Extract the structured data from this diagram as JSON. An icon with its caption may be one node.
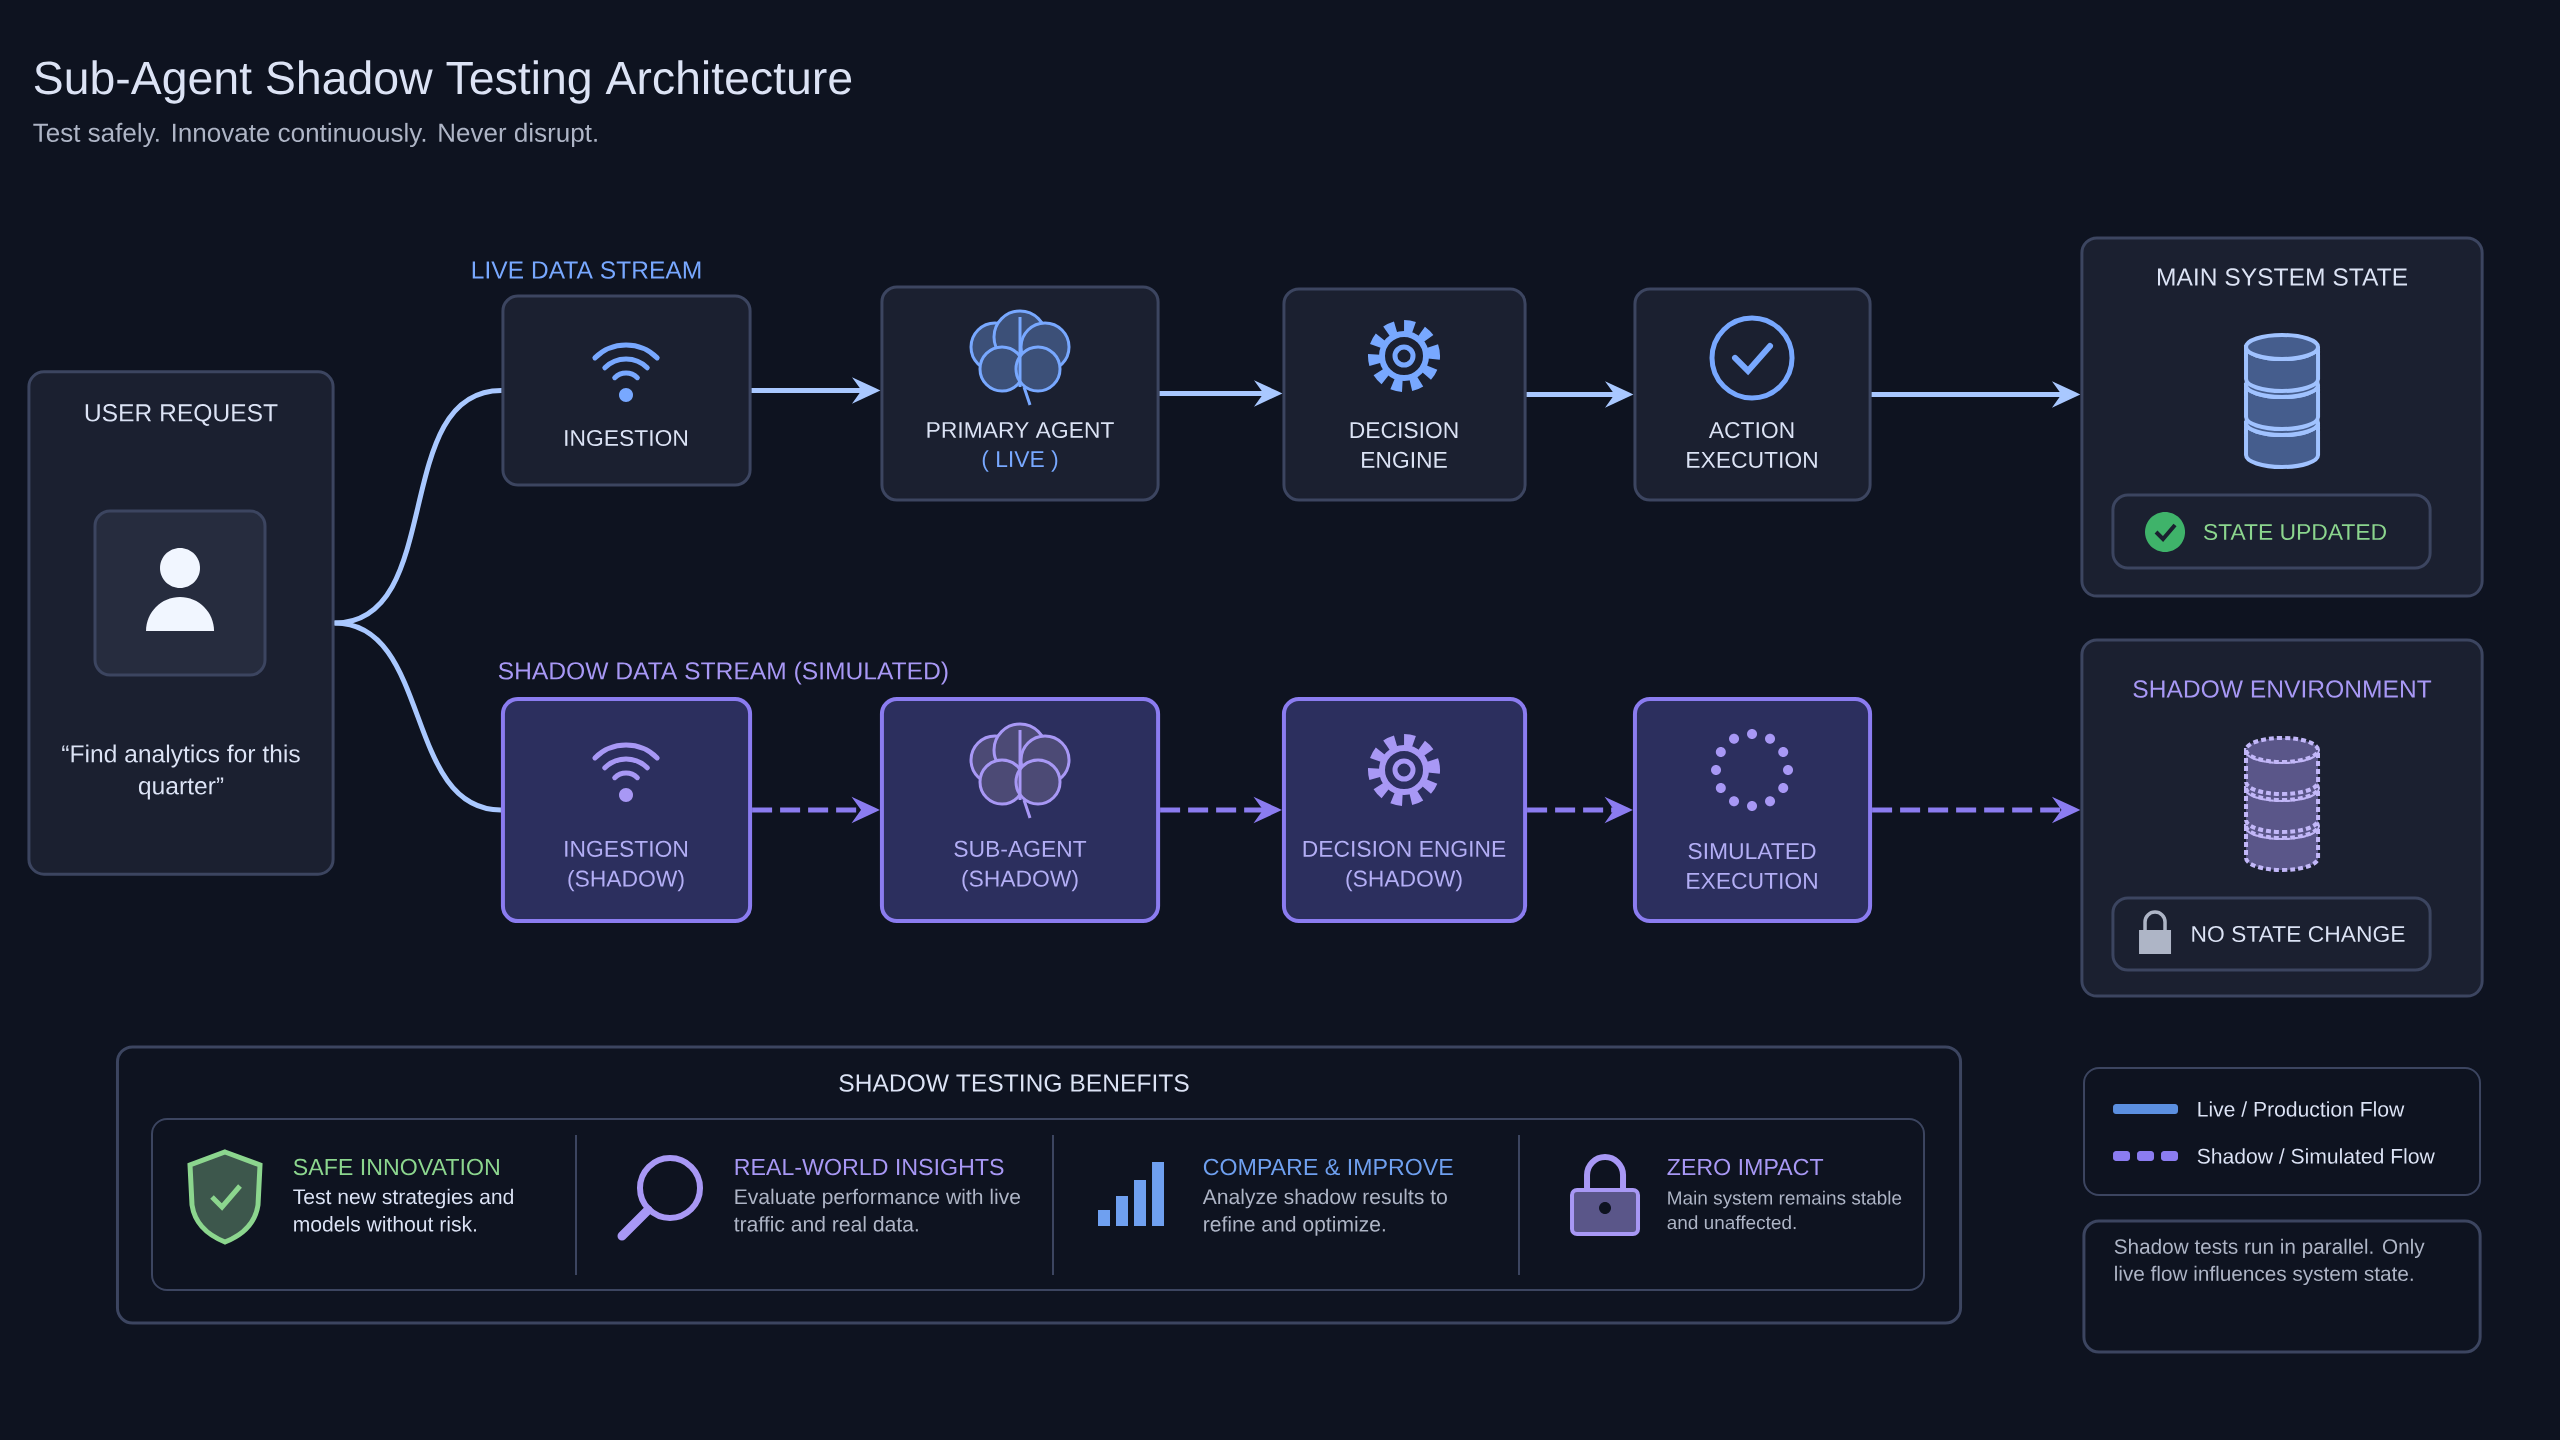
{
  "diagram": {
    "title": "Sub-Agent Shadow Testing Architecture",
    "nodes": [
      {
        "text": [
          "USER REQUEST",
          "“Find analytics for this quarter”"
        ]
      },
      {
        "text": [
          "INGESTION"
        ]
      },
      {
        "text": [
          "PRIMARY AGENT",
          "( LIVE )"
        ]
      },
      {
        "text": [
          "DECISION ENGINE"
        ]
      },
      {
        "text": [
          "ACTION EXECUTION"
        ]
      },
      {
        "text": [
          "MAIN SYSTEM STATE"
        ]
      },
      {
        "text": [
          "STATE UPDATED"
        ],
        "in": 5
      },
      {
        "text": [
          "INGESTION (SHADOW)"
        ]
      },
      {
        "text": [
          "SUB-AGENT (SHADOW)"
        ]
      },
      {
        "text": [
          "DECISION ENGINE (SHADOW)"
        ]
      },
      {
        "text": [
          "SIMULATED EXECUTION"
        ]
      },
      {
        "text": [
          "SHADOW ENVIRONMENT"
        ]
      },
      {
        "text": [
          "NO STATE CHANGE"
        ],
        "in": 11
      },
      {
        "text": [
          "SHADOW TESTING BENEFITS"
        ]
      },
      {
        "text": [
          "Shadow tests run in parallel. Only live flow influences system state."
        ]
      }
    ],
    "edges": [
      {
        "from": 0,
        "to": 1,
        "arrow": "none"
      },
      {
        "from": 0,
        "to": 7,
        "arrow": "none"
      },
      {
        "from": 1,
        "to": 2,
        "arrow": "to"
      },
      {
        "from": 2,
        "to": 3,
        "arrow": "to"
      },
      {
        "from": 3,
        "to": 4,
        "arrow": "to"
      },
      {
        "from": 4,
        "to": 5,
        "arrow": "to"
      },
      {
        "from": 7,
        "to": 8,
        "arrow": "to",
        "style": "dashed",
        "color": "#8b7cf0"
      },
      {
        "from": 8,
        "to": 9,
        "arrow": "to",
        "style": "dashed",
        "color": "#8b7cf0"
      },
      {
        "from": 9,
        "to": 10,
        "arrow": "to",
        "style": "dashed",
        "color": "#8b7cf0"
      },
      {
        "from": 10,
        "to": 11,
        "arrow": "to",
        "style": "dashed",
        "color": "#8b7cf0"
      }
    ],
    "labels": [
      "Test safely. Innovate continuously. Never disrupt.",
      "LIVE DATA STREAM",
      "SHADOW DATA STREAM (SIMULATED)",
      "SAFE INNOVATION",
      "Test new strategies and models without risk.",
      "REAL-WORLD INSIGHTS",
      "Evaluate performance with live traffic and real data.",
      "COMPARE & IMPROVE",
      "Analyze shadow results to refine and optimize.",
      "ZERO IMPACT",
      "Main system remains stable and unaffected."
    ],
    "legend": [
      {
        "text": "Live / Production Flow",
        "color": "#5b8fe0"
      },
      {
        "text": "Shadow / Simulated Flow",
        "color": "#8b7cf0"
      }
    ]
  }
}
